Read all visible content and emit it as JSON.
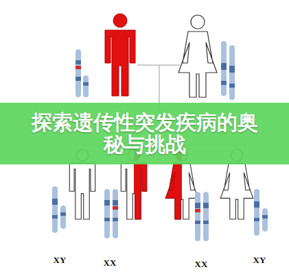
{
  "diagram": {
    "title": "探索遗传性突发疾病的奥秘与挑战",
    "labels": [
      "XY",
      "XX",
      "XX",
      "XY"
    ]
  }
}
